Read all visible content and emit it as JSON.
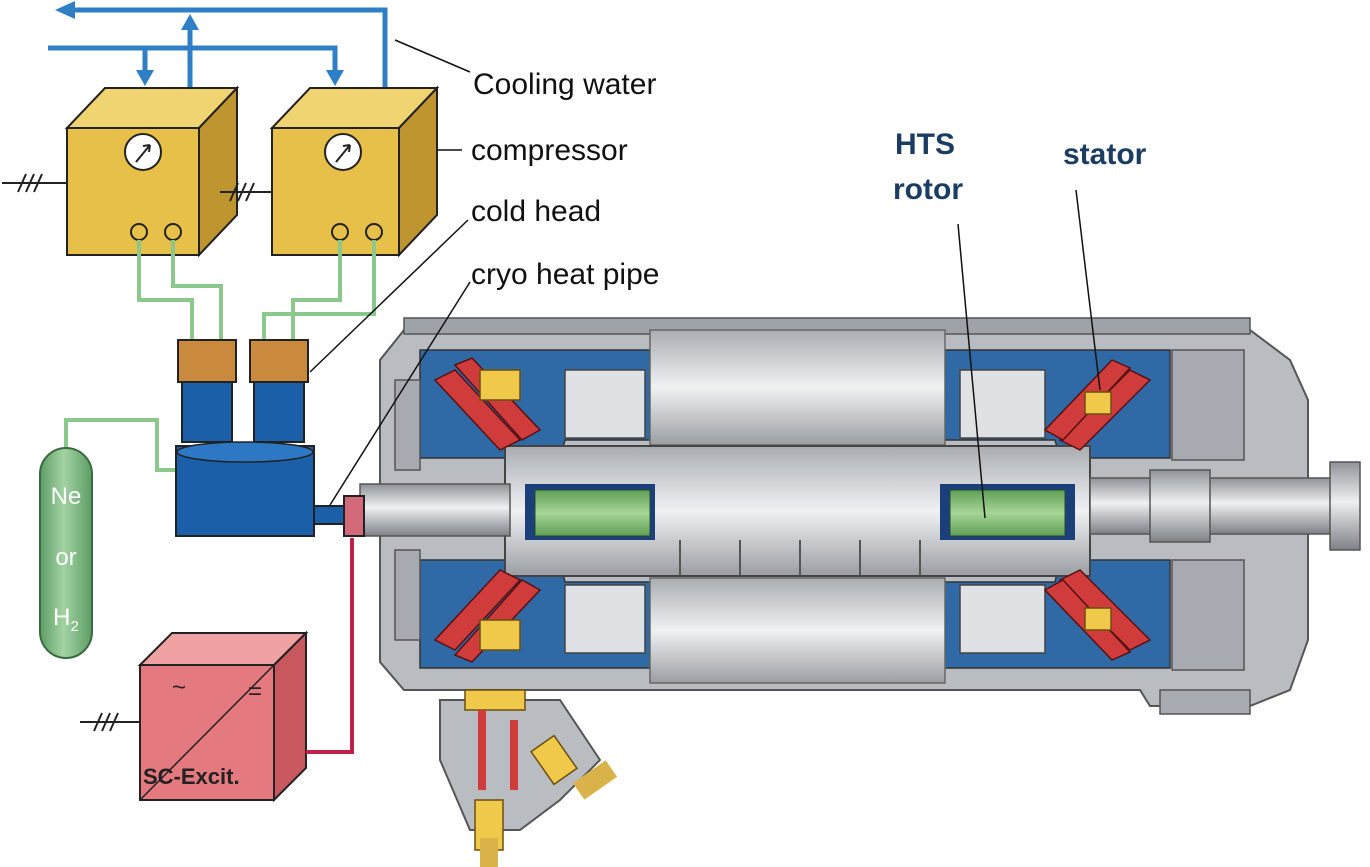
{
  "labels": {
    "cooling_water": "Cooling water",
    "compressor": "compressor",
    "cold_head": "cold head",
    "cryo_heat_pipe": "cryo heat pipe",
    "hts_rotor_line1": "HTS",
    "hts_rotor_line2": "rotor",
    "stator": "stator"
  },
  "gas_tank": {
    "line1": "Ne",
    "line2": "or",
    "line3_base": "H",
    "line3_sub": "2"
  },
  "exciter": {
    "ac_symbol": "~",
    "dc_symbol": "=",
    "name": "SC-Excit."
  },
  "colors": {
    "cooling_water": "#2f7fc6",
    "compressor_box": "#e7c04a",
    "cold_head": "#c98a3e",
    "cryo_block": "#1a5fa8",
    "gas_line": "#8cc88c",
    "gas_tank": "#7dbb83",
    "exciter_box": "#e4797f",
    "exciter_line": "#c2204a",
    "machine_housing": "#b9bdc2",
    "rotor_coil": "#77b86c"
  },
  "icons": [
    "pressure-gauge-icon",
    "three-phase-supply-icon"
  ]
}
